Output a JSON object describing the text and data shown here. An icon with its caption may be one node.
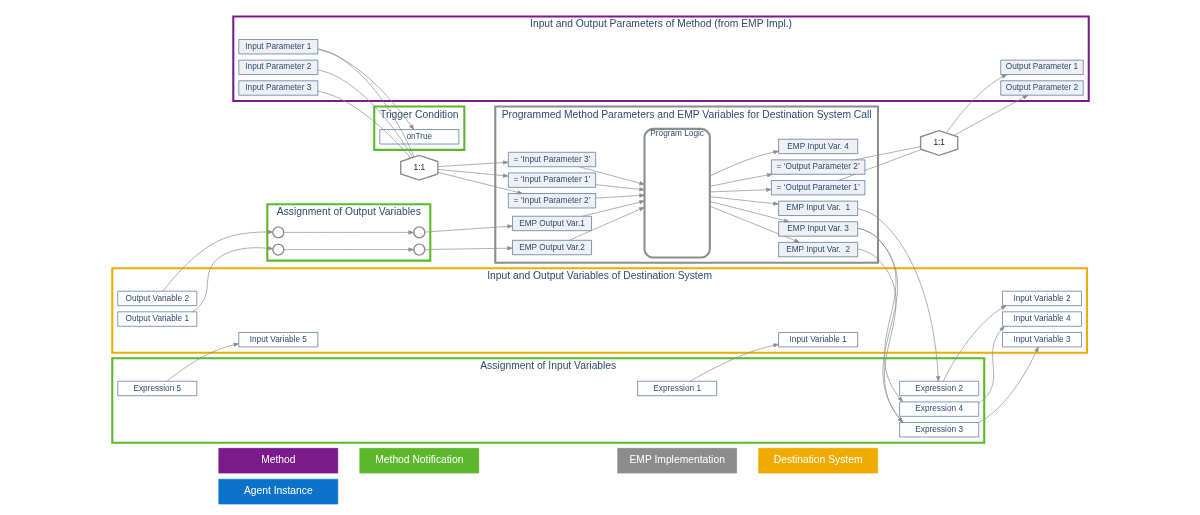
{
  "diagram": {
    "nodes": [
      {
        "text": [
          "Agent Instance"
        ]
      },
      {
        "text": [
          "Destination System"
        ]
      },
      {
        "text": [
          "Method"
        ]
      },
      {
        "text": [
          "Method Notification"
        ]
      },
      {
        "text": [
          "EMP Implementation"
        ]
      },
      {
        "text": [
          "Input and Output Parameters of Method (from EMP Impl.)"
        ]
      },
      {
        "text": [
          "Input Parameter 1"
        ],
        "in": 5
      },
      {
        "text": [
          "Input Parameter 2"
        ],
        "in": 5
      },
      {
        "text": [
          "Input Parameter 3"
        ],
        "in": 5
      },
      {
        "text": [
          "Output Parameter 1"
        ],
        "in": 5
      },
      {
        "text": [
          "Output Parameter 2"
        ],
        "in": 5
      },
      {
        "text": [
          "Trigger Condition"
        ]
      },
      {
        "text": [
          "onTrue"
        ],
        "in": 11
      },
      {
        "text": [
          "1:1"
        ]
      },
      {
        "text": [
          "1:1"
        ]
      },
      {
        "text": [
          "Programmed Method Parameters and EMP Variables for Destination System Call"
        ]
      },
      {
        "text": [
          "= ‘Input Parameter 1’"
        ],
        "in": 15
      },
      {
        "text": [
          "= ‘Input Parameter 2’"
        ],
        "in": 15
      },
      {
        "text": [
          "= ‘Input Parameter 3’"
        ],
        "in": 15
      },
      {
        "text": [
          "= ‘Output Parameter 1’"
        ],
        "in": 15
      },
      {
        "text": [
          "= ‘Output Parameter 2’"
        ],
        "in": 15
      },
      {
        "text": [
          "Program Logic"
        ],
        "in": 15
      },
      {
        "text": [
          "EMP Input Var.  1"
        ],
        "in": 15
      },
      {
        "text": [
          "EMP Input Var.  2"
        ],
        "in": 15
      },
      {
        "text": [
          "EMP Input Var. 3"
        ],
        "in": 15
      },
      {
        "text": [
          "EMP Input Var. 4"
        ],
        "in": 15
      },
      {
        "text": [
          "EMP Output Var.1"
        ],
        "in": 15
      },
      {
        "text": [
          "EMP Output Var.2"
        ],
        "in": 15
      },
      {
        "text": [
          "Assignment of Input Variables"
        ]
      },
      {
        "text": [
          "Expression 1"
        ],
        "in": 28
      },
      {
        "text": [
          "Expression 2"
        ],
        "in": 28
      },
      {
        "text": [
          "Expression 3"
        ],
        "in": 28
      },
      {
        "text": [
          "Expression 4"
        ],
        "in": 28
      },
      {
        "text": [
          "Expression 5"
        ],
        "in": 28
      },
      {
        "text": [
          "Assignment of Output Variables"
        ]
      },
      {
        "text": [],
        "shape": "circle",
        "in": 34
      },
      {
        "text": [],
        "shape": "circle",
        "in": 34
      },
      {
        "text": [],
        "shape": "circle",
        "in": 34
      },
      {
        "text": [],
        "shape": "circle",
        "in": 34
      },
      {
        "text": [
          "Input and Output Variables of Destination System"
        ]
      },
      {
        "text": [
          "Input Variable 1"
        ],
        "in": 39
      },
      {
        "text": [
          "Input Variable 2"
        ],
        "in": 39
      },
      {
        "text": [
          "Input Variable 3"
        ],
        "in": 39
      },
      {
        "text": [
          "Input Variable 4"
        ],
        "in": 39
      },
      {
        "text": [
          "Input Variable 5"
        ],
        "in": 39
      },
      {
        "text": [
          "Output Variable 1"
        ],
        "in": 39
      },
      {
        "text": [
          "Output Variable 2"
        ],
        "in": 39
      }
    ],
    "edges": [
      {
        "from": 6,
        "to": 12,
        "arrow": "to"
      },
      {
        "from": 6,
        "to": 13,
        "arrow": "none"
      },
      {
        "from": 7,
        "to": 13,
        "arrow": "none"
      },
      {
        "from": 8,
        "to": 13,
        "arrow": "none"
      },
      {
        "from": 13,
        "to": 16,
        "arrow": "to"
      },
      {
        "from": 13,
        "to": 17,
        "arrow": "to"
      },
      {
        "from": 13,
        "to": 18,
        "arrow": "to"
      },
      {
        "from": 19,
        "to": 14,
        "arrow": "none"
      },
      {
        "from": 20,
        "to": 14,
        "arrow": "none"
      },
      {
        "from": 14,
        "to": 9,
        "arrow": "to"
      },
      {
        "from": 14,
        "to": 10,
        "arrow": "to"
      },
      {
        "from": 16,
        "to": 21,
        "arrow": "to"
      },
      {
        "from": 17,
        "to": 21,
        "arrow": "to"
      },
      {
        "from": 18,
        "to": 21,
        "arrow": "to"
      },
      {
        "from": 21,
        "to": 22,
        "arrow": "to"
      },
      {
        "from": 21,
        "to": 23,
        "arrow": "to"
      },
      {
        "from": 21,
        "to": 24,
        "arrow": "to"
      },
      {
        "from": 21,
        "to": 25,
        "arrow": "to"
      },
      {
        "from": 26,
        "to": 21,
        "arrow": "to"
      },
      {
        "from": 27,
        "to": 21,
        "arrow": "to"
      },
      {
        "from": 21,
        "to": 19,
        "arrow": "to"
      },
      {
        "from": 21,
        "to": 20,
        "arrow": "to"
      },
      {
        "from": 22,
        "to": 30,
        "arrow": "to"
      },
      {
        "from": 23,
        "to": 31,
        "arrow": "to"
      },
      {
        "from": 24,
        "to": 31,
        "arrow": "to"
      },
      {
        "from": 24,
        "to": 32,
        "arrow": "to"
      },
      {
        "from": 29,
        "to": 40,
        "arrow": "to"
      },
      {
        "from": 30,
        "to": 41,
        "arrow": "to"
      },
      {
        "from": 31,
        "to": 42,
        "arrow": "to"
      },
      {
        "from": 32,
        "to": 43,
        "arrow": "to"
      },
      {
        "from": 33,
        "to": 44,
        "arrow": "to"
      },
      {
        "from": 45,
        "to": 36,
        "arrow": "to"
      },
      {
        "from": 46,
        "to": 38,
        "arrow": "to"
      },
      {
        "from": 36,
        "to": 37,
        "arrow": "to"
      },
      {
        "from": 38,
        "to": 35,
        "arrow": "to"
      },
      {
        "from": 35,
        "to": 26,
        "arrow": "to"
      },
      {
        "from": 37,
        "to": 27,
        "arrow": "to"
      }
    ]
  }
}
